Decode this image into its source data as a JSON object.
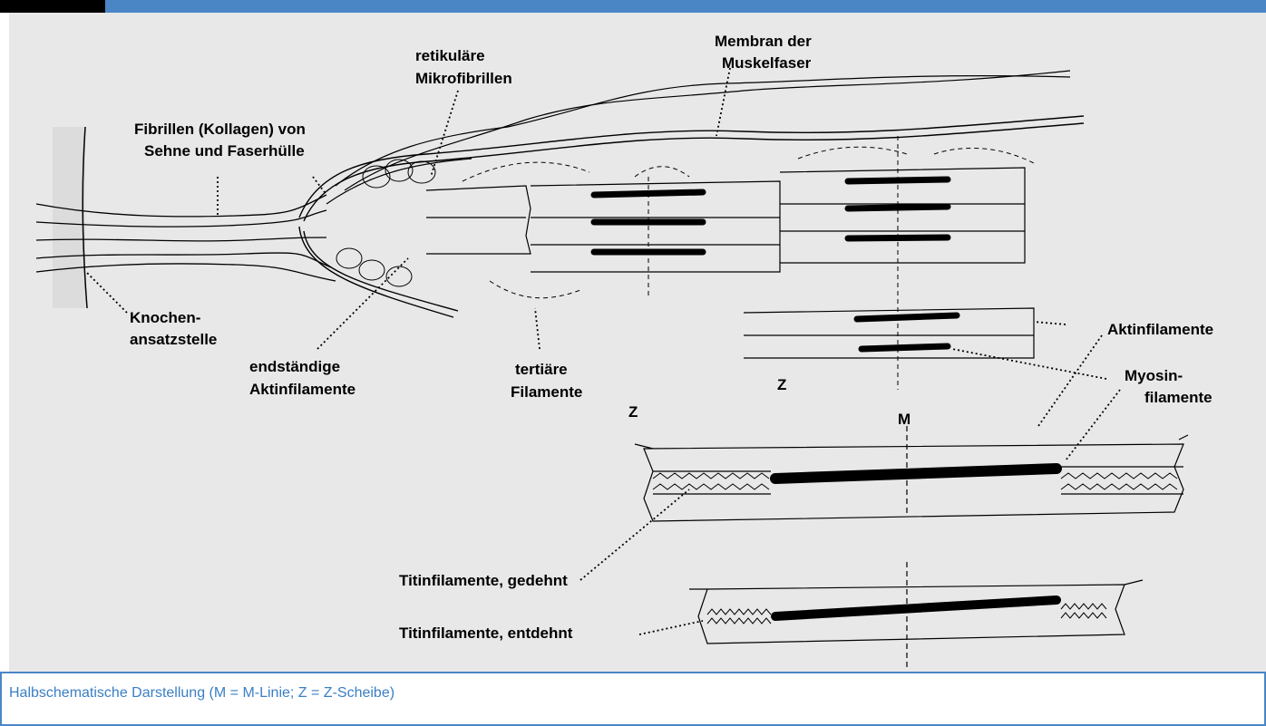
{
  "diagram": {
    "labels": {
      "membran_1": "Membran der",
      "membran_2": "Muskelfaser",
      "retikulaere_1": "retikuläre",
      "retikulaere_2": "Mikrofibrillen",
      "fibrillen_1": "Fibrillen (Kollagen) von",
      "fibrillen_2": "Sehne und Faserhülle",
      "knochen_1": "Knochen-",
      "knochen_2": "ansatzstelle",
      "endstaendige_1": "endständige",
      "endstaendige_2": "Aktinfilamente",
      "tertiaere_1": "tertiäre",
      "tertiaere_2": "Filamente",
      "z_upper": "Z",
      "aktinfilamente": "Aktinfilamente",
      "myosin_1": "Myosin-",
      "myosin_2": "filamente",
      "z_lower": "Z",
      "m_lower": "M",
      "titin_gedehnt": "Titinfilamente, gedehnt",
      "titin_entdehnt": "Titinfilamente, entdehnt"
    }
  },
  "caption": "Halbschematische Darstellung (M = M-Linie; Z = Z-Scheibe)",
  "colors": {
    "accent": "#4a86c5",
    "canvas": "#e8e8e8",
    "caption": "#3a7fc4"
  }
}
